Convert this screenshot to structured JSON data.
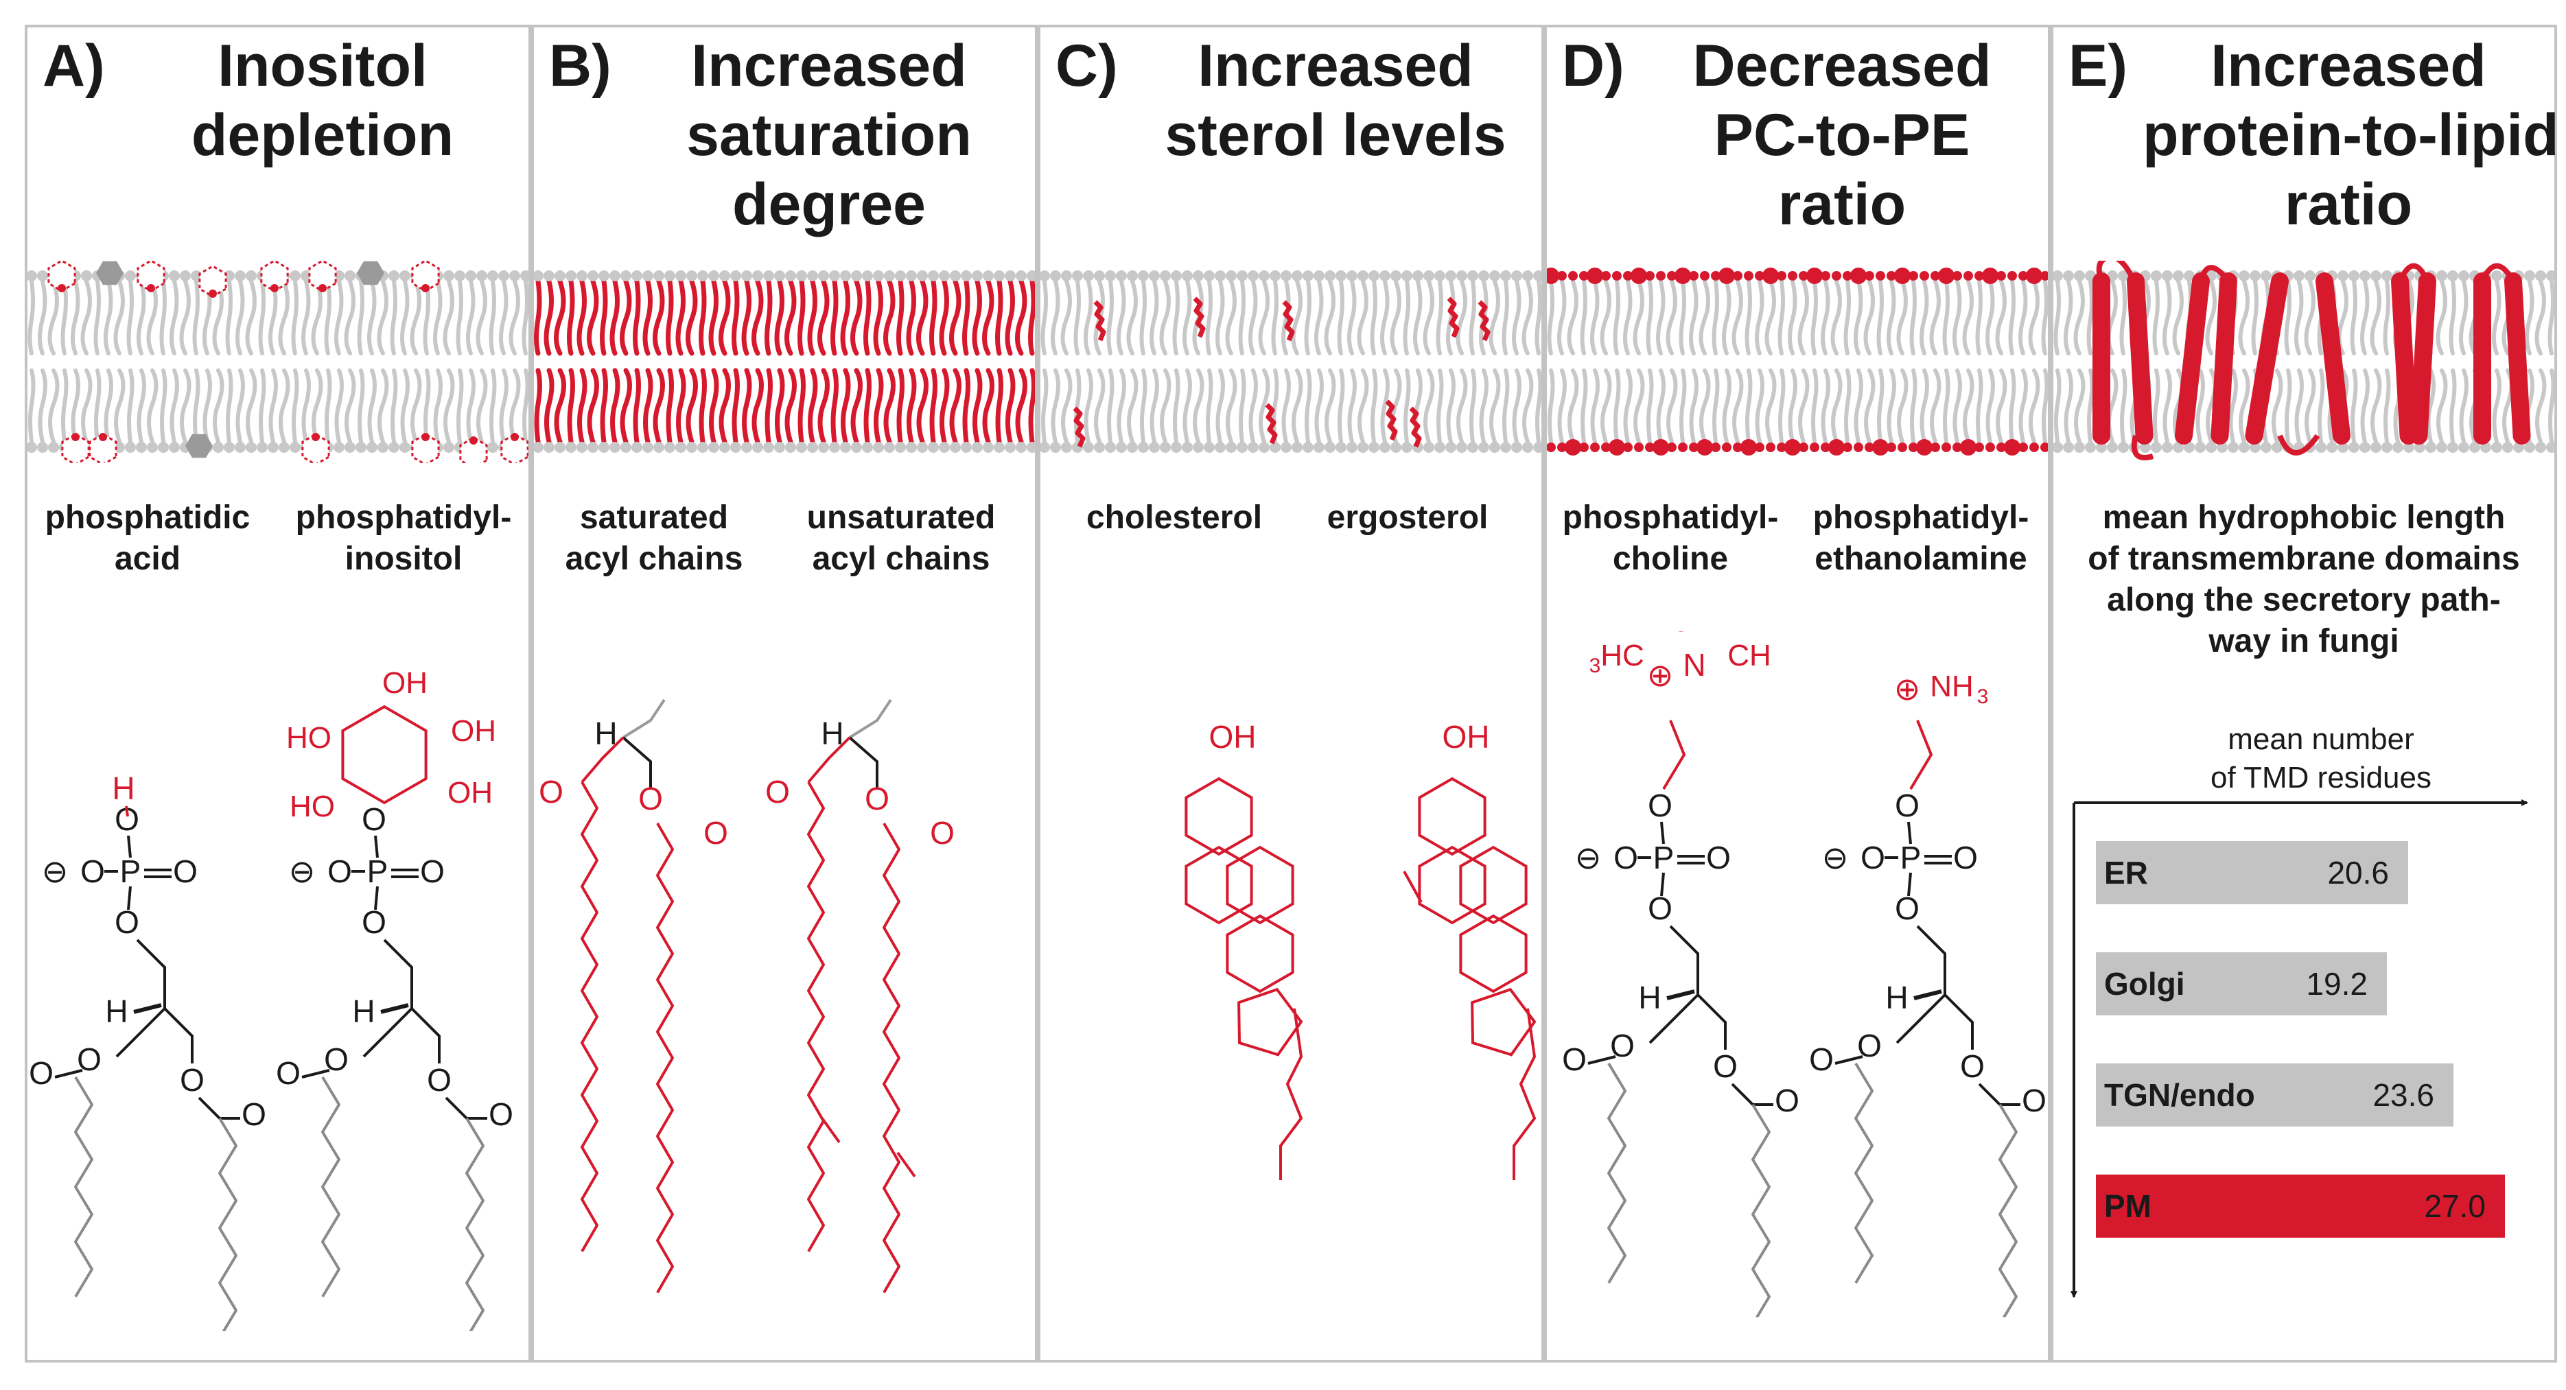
{
  "colors": {
    "accent": "#d7192d",
    "membrane_grey": "#c8c8c8",
    "frame": "#c3c3c3",
    "text": "#1a1a1a"
  },
  "panels": [
    {
      "letter": "A)",
      "title": [
        "Inositol",
        "depletion"
      ],
      "labels": [
        [
          "phosphatidic",
          "acid"
        ],
        [
          "phosphatidyl-",
          "inositol"
        ]
      ]
    },
    {
      "letter": "B)",
      "title": [
        "Increased",
        "saturation",
        "degree"
      ],
      "labels": [
        [
          "saturated",
          "acyl chains"
        ],
        [
          "unsaturated",
          "acyl chains"
        ]
      ]
    },
    {
      "letter": "C)",
      "title": [
        "Increased",
        "sterol levels"
      ],
      "labels": [
        [
          "cholesterol"
        ],
        [
          "ergosterol"
        ]
      ]
    },
    {
      "letter": "D)",
      "title": [
        "Decreased",
        "PC-to-PE",
        "ratio"
      ],
      "labels": [
        [
          "phosphatidyl-",
          "choline"
        ],
        [
          "phosphatidyl-",
          "ethanolamine"
        ]
      ]
    },
    {
      "letter": "E)",
      "title": [
        "Increased",
        "protein-to-lipid",
        "ratio"
      ],
      "labels": [
        [
          "mean hydrophobic length",
          "of transmembrane domains",
          "along the secretory path-",
          "way in fungi"
        ]
      ]
    }
  ],
  "chem": {
    "H": "H",
    "O": "O",
    "P": "P",
    "minus": "⊖",
    "plus": "⊕",
    "OH": "OH",
    "HO": "HO",
    "HC3": "HC",
    "N": "N",
    "CH": "CH",
    "NH": "NH",
    "sub3": "3"
  },
  "chart_data": {
    "type": "bar",
    "orientation": "horizontal",
    "axis_label": [
      "mean number",
      "of TMD residues"
    ],
    "categories": [
      "ER",
      "Golgi",
      "TGN/endo",
      "PM"
    ],
    "values": [
      20.6,
      19.2,
      23.6,
      27.0
    ],
    "value_labels": [
      "20.6",
      "19.2",
      "23.6",
      "27.0"
    ],
    "colors": [
      "#c3c3c3",
      "#c3c3c3",
      "#c3c3c3",
      "#d7192d"
    ],
    "xlim": [
      0,
      29
    ]
  }
}
